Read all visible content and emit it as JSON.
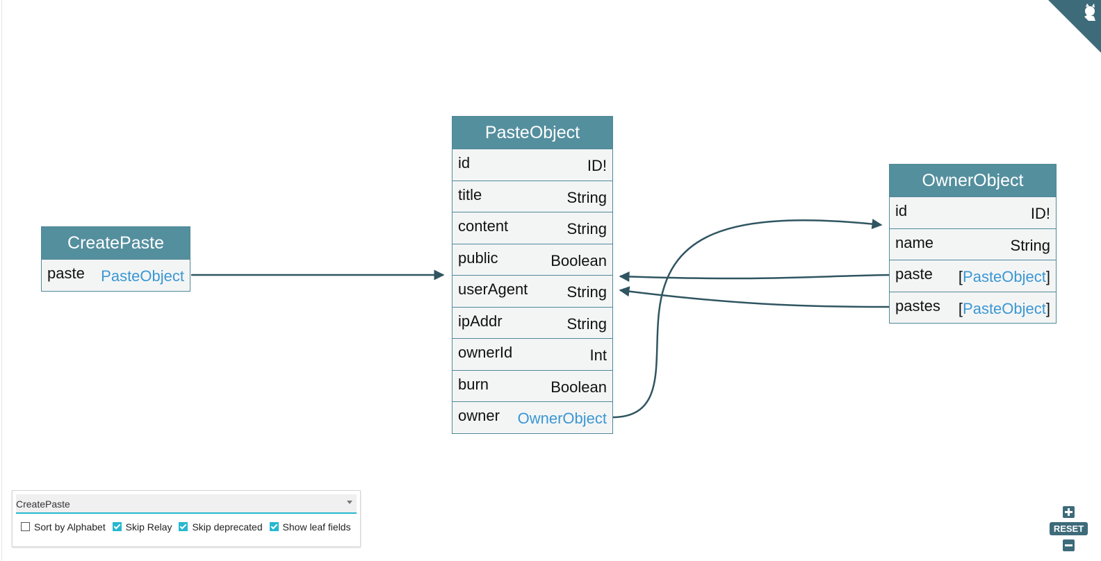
{
  "colors": {
    "node_header": "#548f9e",
    "node_border": "#4f8897",
    "node_body": "#f3f5f5",
    "type_link": "#3b97d3",
    "edge": "#2f5561",
    "accent": "#26b8cf",
    "zoom_button": "#3e6b7a"
  },
  "nodes": {
    "create_paste": {
      "title": "CreatePaste",
      "fields": [
        {
          "name": "paste",
          "type": "PasteObject"
        }
      ]
    },
    "paste_object": {
      "title": "PasteObject",
      "fields": [
        {
          "name": "id",
          "type": "ID!"
        },
        {
          "name": "title",
          "type": "String"
        },
        {
          "name": "content",
          "type": "String"
        },
        {
          "name": "public",
          "type": "Boolean"
        },
        {
          "name": "userAgent",
          "type": "String"
        },
        {
          "name": "ipAddr",
          "type": "String"
        },
        {
          "name": "ownerId",
          "type": "Int"
        },
        {
          "name": "burn",
          "type": "Boolean"
        },
        {
          "name": "owner",
          "type": "OwnerObject"
        }
      ]
    },
    "owner_object": {
      "title": "OwnerObject",
      "fields": [
        {
          "name": "id",
          "type": "ID!"
        },
        {
          "name": "name",
          "type": "String"
        },
        {
          "name": "paste",
          "type_open": "[",
          "type": "PasteObject",
          "type_close": "]"
        },
        {
          "name": "pastes",
          "type_open": "[",
          "type": "PasteObject",
          "type_close": "]"
        }
      ]
    }
  },
  "controls": {
    "root_select": {
      "value": "CreatePaste",
      "icon": "chevron-down-icon"
    },
    "options": [
      {
        "label": "Sort by Alphabet",
        "checked": false
      },
      {
        "label": "Skip Relay",
        "checked": true
      },
      {
        "label": "Skip deprecated",
        "checked": true
      },
      {
        "label": "Show leaf fields",
        "checked": true
      }
    ]
  },
  "zoom": {
    "reset_label": "RESET",
    "zoom_in_icon": "plus-icon",
    "zoom_out_icon": "minus-icon"
  },
  "corner": {
    "icon": "github-octocat-icon"
  }
}
